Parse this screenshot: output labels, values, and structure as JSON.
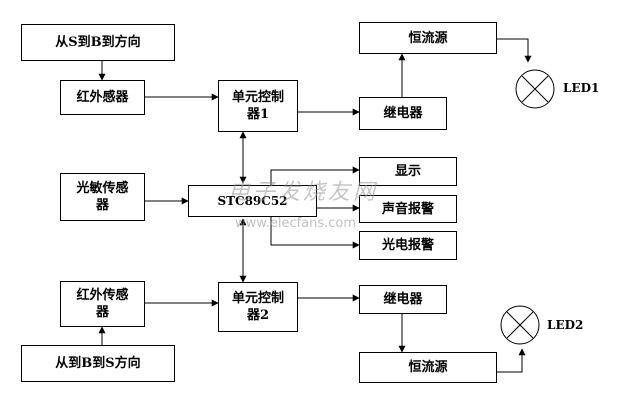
{
  "blocks": {
    "dir_sb": "从S到B到方向",
    "ir_sensor_1": "红外感器",
    "unit_ctrl_1": "单元控制\n器1",
    "relay_1": "继电器",
    "const_current_1": "恒流源",
    "photo_sensor": "光敏传感\n器",
    "mcu": "STC89C52",
    "display": "显示",
    "sound_alarm": "声音报警",
    "light_alarm": "光电报警",
    "ir_sensor_2": "红外传感\n器",
    "dir_bs": "从到B到S方向",
    "unit_ctrl_2": "单元控制\n器2",
    "relay_2": "继电器",
    "const_current_2": "恒流源"
  },
  "lamps": {
    "led1": "LED1",
    "led2": "LED2"
  },
  "watermark": {
    "logo_text": "电子发烧友网",
    "url": "www.elecfans.com"
  }
}
